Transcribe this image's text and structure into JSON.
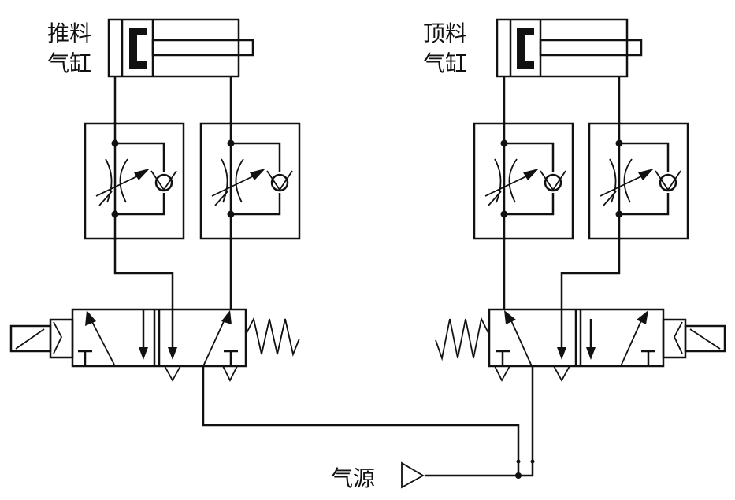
{
  "diagram": {
    "type": "pneumatic circuit",
    "colors": {
      "line": "#111111",
      "background": "#ffffff"
    },
    "labels": {
      "push_cylinder_line1": "推料",
      "push_cylinder_line2": "气缸",
      "lift_cylinder_line1": "顶料",
      "lift_cylinder_line2": "气缸",
      "air_source": "气源"
    },
    "components": [
      {
        "id": "push-cylinder",
        "kind": "double-acting cylinder",
        "label": "推料气缸"
      },
      {
        "id": "lift-cylinder",
        "kind": "double-acting cylinder",
        "label": "顶料气缸"
      },
      {
        "id": "flow-control-1",
        "kind": "one-way flow control valve",
        "side": "left"
      },
      {
        "id": "flow-control-2",
        "kind": "one-way flow control valve",
        "side": "left"
      },
      {
        "id": "flow-control-3",
        "kind": "one-way flow control valve",
        "side": "right"
      },
      {
        "id": "flow-control-4",
        "kind": "one-way flow control valve",
        "side": "right"
      },
      {
        "id": "valve-left",
        "kind": "5/2 solenoid valve, spring return",
        "side": "left"
      },
      {
        "id": "valve-right",
        "kind": "5/2 solenoid valve, spring return",
        "side": "right"
      },
      {
        "id": "air-source",
        "kind": "pressure source",
        "label": "气源"
      }
    ]
  }
}
